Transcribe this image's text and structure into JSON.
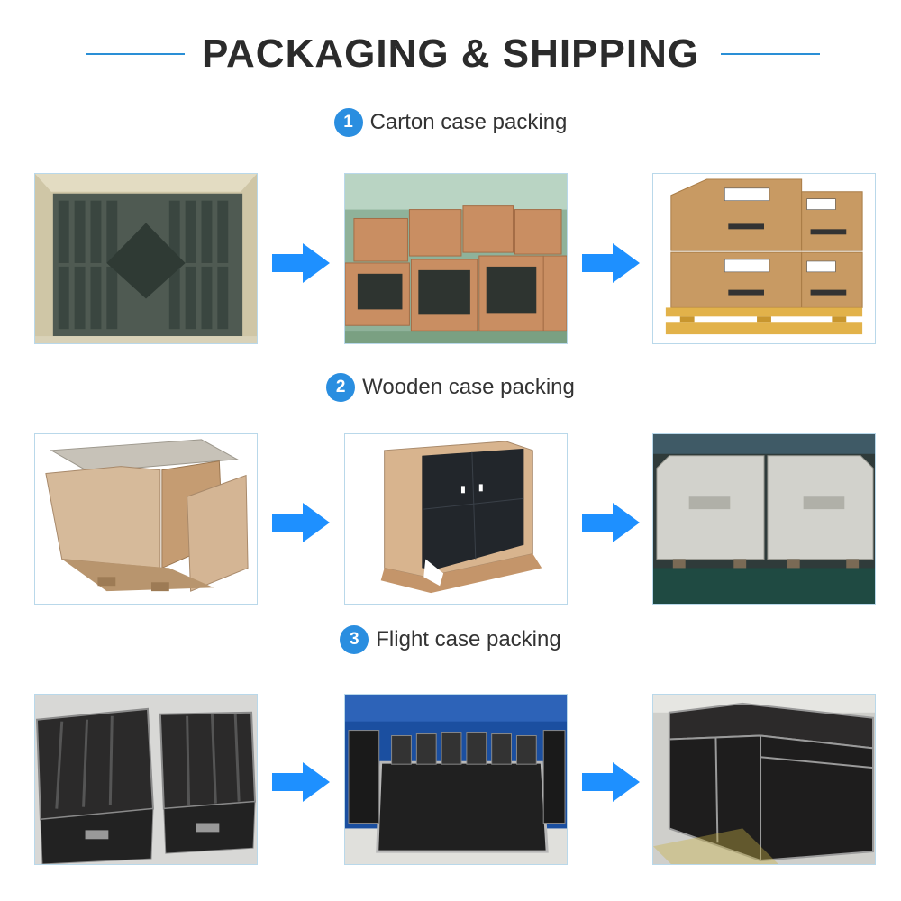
{
  "title": "PACKAGING & SHIPPING",
  "sections": [
    {
      "number": "1",
      "label": "Carton case packing"
    },
    {
      "number": "2",
      "label": "Wooden case packing"
    },
    {
      "number": "3",
      "label": "Flight case packing"
    }
  ],
  "colors": {
    "accent": "#2a8ee0",
    "arrow": "#1e90ff",
    "title": "#2b2b2b"
  }
}
